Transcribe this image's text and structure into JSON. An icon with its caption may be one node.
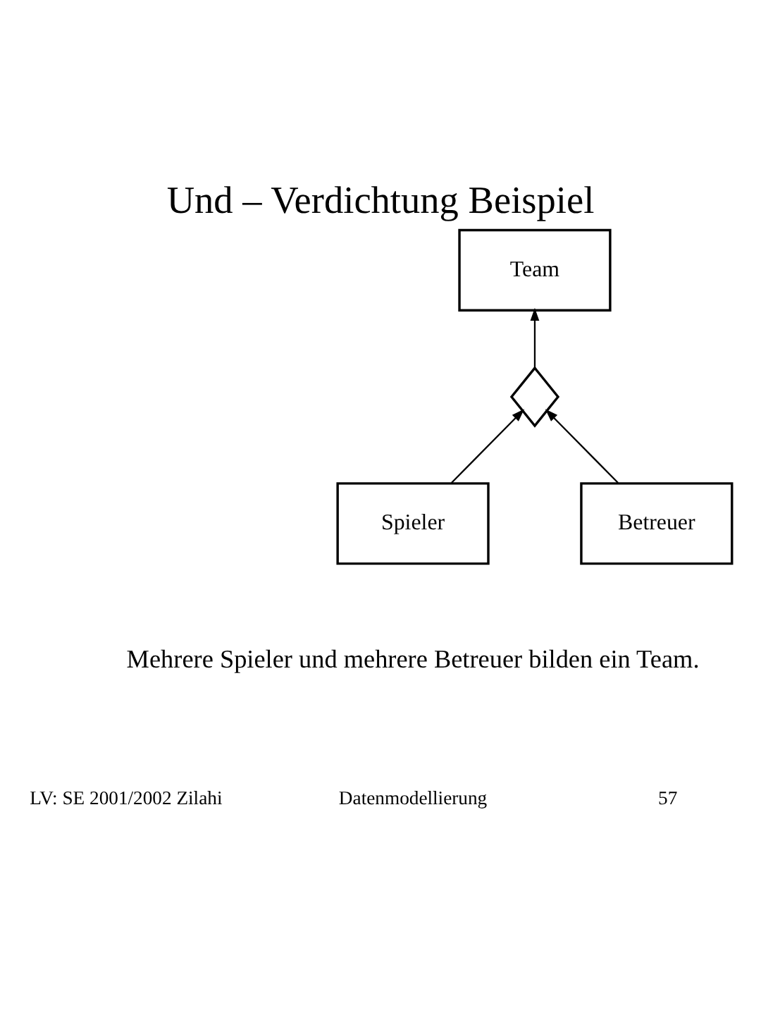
{
  "diagram": {
    "title": "Und – Verdichtung Beispiel",
    "nodes": [
      {
        "text": [
          "Team"
        ]
      },
      {
        "text": [],
        "shape": "diamond"
      },
      {
        "text": [
          "Spieler"
        ]
      },
      {
        "text": [
          "Betreuer"
        ]
      }
    ],
    "edges": [
      {
        "from": 1,
        "to": 0,
        "arrow": "to"
      },
      {
        "from": 2,
        "to": 1,
        "arrow": "to"
      },
      {
        "from": 3,
        "to": 1,
        "arrow": "to"
      }
    ],
    "labels": [
      "Mehrere Spieler und mehrere Betreuer bilden ein Team.",
      "LV: SE 2001/2002 Zilahi",
      "Datenmodellierung",
      "57"
    ]
  }
}
